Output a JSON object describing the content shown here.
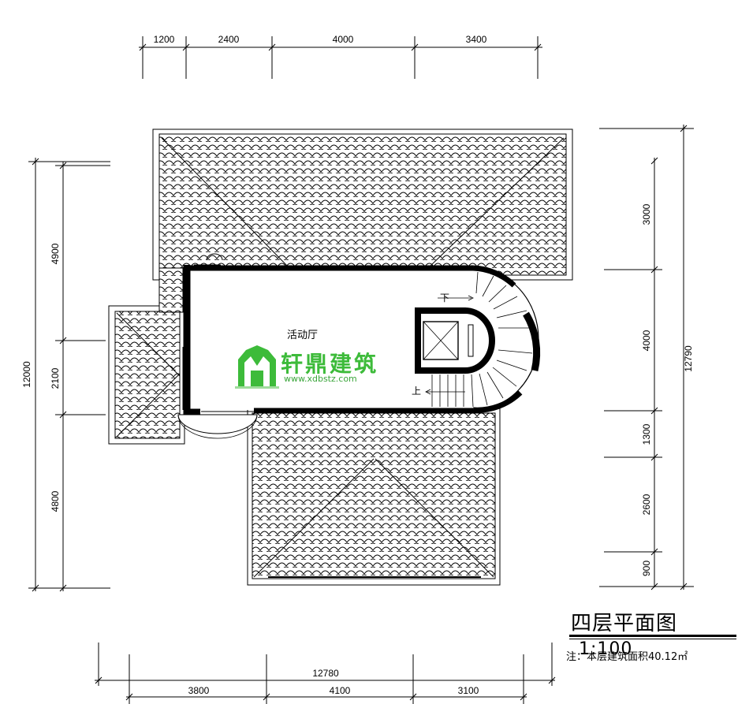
{
  "title": {
    "main": "四层平面图",
    "scale": "1:100"
  },
  "note": {
    "text": "注：本层建筑面积40.12㎡"
  },
  "rooms": {
    "activity_hall": "活动厅"
  },
  "stairs": {
    "down": "下",
    "up": "上"
  },
  "logo": {
    "name": "轩鼎建筑",
    "url": "www.xdbstz.com",
    "color": "#3dbb3a"
  },
  "dimensions": {
    "top": [
      "1200",
      "2400",
      "4000",
      "3400"
    ],
    "left_total": "12000",
    "left": [
      "4900",
      "2100",
      "4800"
    ],
    "right_total": "12790",
    "right": [
      "3000",
      "4000",
      "1300",
      "2600",
      "900"
    ],
    "bottom_total": "12780",
    "bottom": [
      "3800",
      "4100",
      "3100"
    ]
  }
}
